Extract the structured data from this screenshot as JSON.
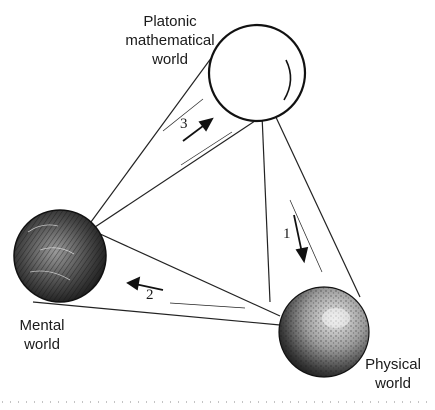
{
  "platonic_label": [
    "Platonic",
    "mathematical",
    "world"
  ],
  "mental_label": [
    "Mental",
    "world"
  ],
  "physical_label": [
    "Physical",
    "world"
  ],
  "arrow_numbers": [
    "1",
    "2",
    "3"
  ]
}
